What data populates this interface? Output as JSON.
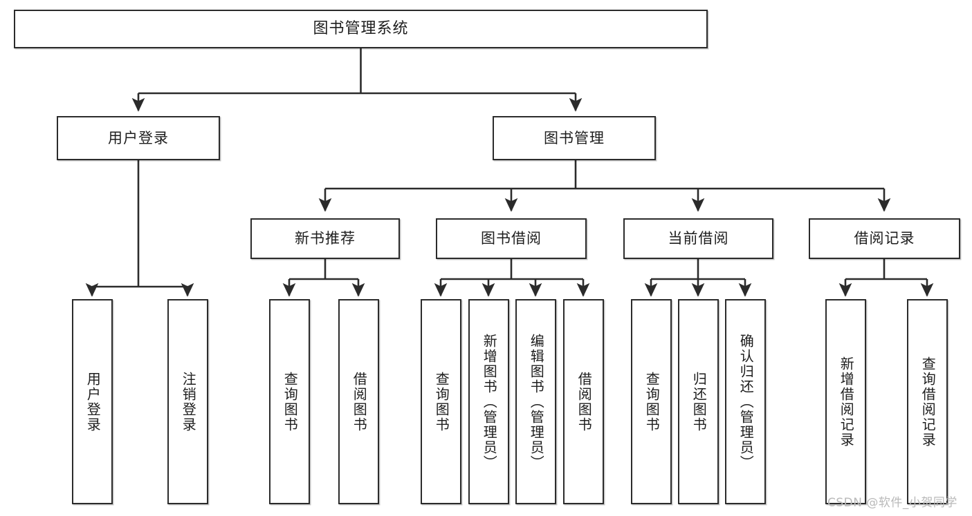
{
  "diagram": {
    "title": "图书管理系统",
    "type": "tree-hierarchy-chart",
    "colors": {
      "background": "#ffffff",
      "box_border": "#2b2b2b",
      "box_fill": "#ffffff",
      "edge": "#2b2b2b",
      "watermark": "#b9b9b9"
    },
    "nodes": {
      "root": {
        "label": "图书管理系统"
      },
      "level2": [
        {
          "id": "user-login",
          "label": "用户登录"
        },
        {
          "id": "book-management",
          "label": "图书管理"
        }
      ],
      "level3": [
        {
          "id": "new-book-recommend",
          "label": "新书推荐"
        },
        {
          "id": "book-borrow",
          "label": "图书借阅"
        },
        {
          "id": "current-borrow",
          "label": "当前借阅"
        },
        {
          "id": "borrow-record",
          "label": "借阅记录"
        }
      ],
      "leaves": {
        "user-login": [
          {
            "id": "leaf-user-login",
            "label": "用户登录"
          },
          {
            "id": "leaf-logout-login",
            "label": "注销登录"
          }
        ],
        "new-book-recommend": [
          {
            "id": "leaf-query-book-1",
            "label": "查询图书"
          },
          {
            "id": "leaf-borrow-book-1",
            "label": "借阅图书"
          }
        ],
        "book-borrow": [
          {
            "id": "leaf-query-book-2",
            "label": "查询图书"
          },
          {
            "id": "leaf-add-book",
            "label": "新增图书（管理员）"
          },
          {
            "id": "leaf-edit-book",
            "label": "编辑图书（管理员）"
          },
          {
            "id": "leaf-borrow-book-2",
            "label": "借阅图书"
          }
        ],
        "current-borrow": [
          {
            "id": "leaf-query-book-3",
            "label": "查询图书"
          },
          {
            "id": "leaf-return-book",
            "label": "归还图书"
          },
          {
            "id": "leaf-confirm-return",
            "label": "确认归还（管理员）"
          }
        ],
        "borrow-record": [
          {
            "id": "leaf-add-record",
            "label": "新增借阅记录"
          },
          {
            "id": "leaf-query-record",
            "label": "查询借阅记录"
          }
        ]
      }
    },
    "watermark": "CSDN @软件_小贺同学"
  }
}
